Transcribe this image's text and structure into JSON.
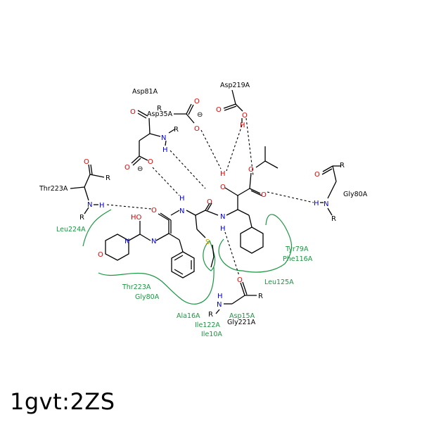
{
  "caption": "1gvt:2ZS",
  "residues": {
    "asp81": "Asp81A",
    "asp35": "Asp35A",
    "asp219": "Asp219A",
    "gly80": "Gly80A",
    "thr223_top": "Thr223A",
    "gly221": "Gly221A",
    "asp15": "Asp15A"
  },
  "contacts": {
    "leu224": "Leu224A",
    "tyr79": "Tyr79A",
    "phe116": "Phe116A",
    "leu125": "Leu125A",
    "thr223": "Thr223A",
    "gly80": "Gly80A",
    "ala16": "Ala16A",
    "ile122": "Ile122A",
    "ile10": "Ile10A"
  },
  "atoms": {
    "O": "O",
    "N": "N",
    "H": "H",
    "S": "S",
    "R": "R",
    "HO": "HO",
    "minus": "⊖"
  }
}
